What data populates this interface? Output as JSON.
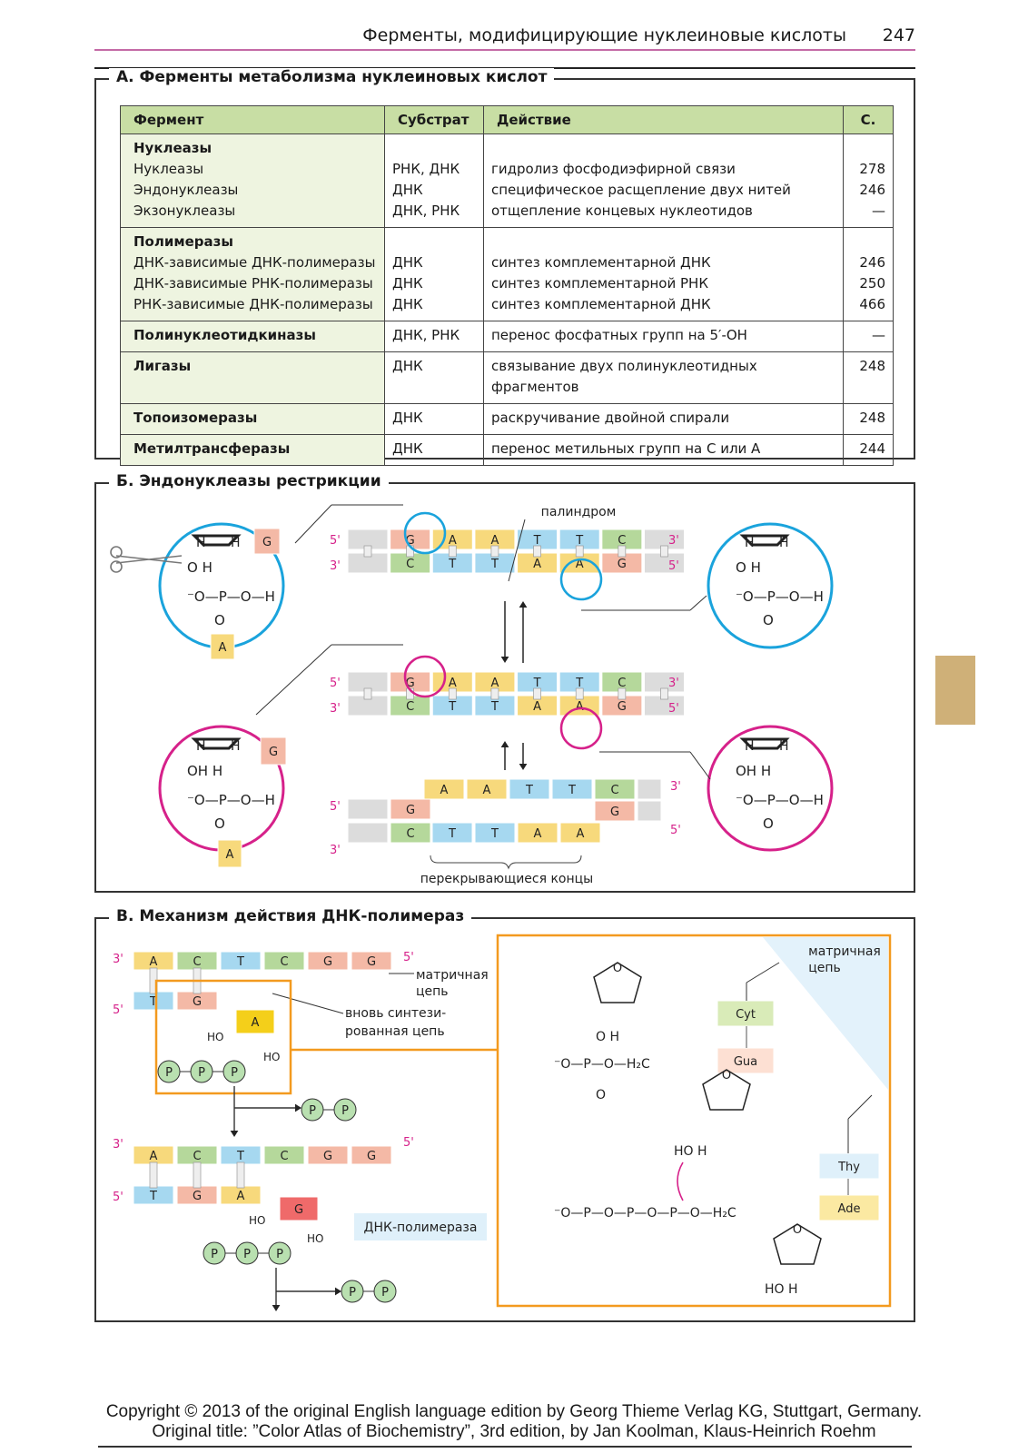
{
  "header": {
    "title": "Ферменты, модифицирующие нуклеиновые кислоты",
    "page": "247"
  },
  "panelA": {
    "title": "А. Ферменты метаболизма нуклеиновых кислот",
    "columns": [
      "Фермент",
      "Субстрат",
      "Действие",
      "С."
    ],
    "groups": [
      {
        "name": "Нуклеазы",
        "rows": [
          [
            "Нуклеазы",
            "РНК, ДНК",
            "гидролиз фосфодиэфирной связи",
            "278"
          ],
          [
            "Эндонуклеазы",
            "ДНК",
            "специфическое расщепление двух нитей",
            "246"
          ],
          [
            "Экзонуклеазы",
            "ДНК, РНК",
            "отщепление концевых нуклеотидов",
            "—"
          ]
        ]
      },
      {
        "name": "Полимеразы",
        "rows": [
          [
            "ДНК-зависимые ДНК-полимеразы",
            "ДНК",
            "синтез комплементарной ДНК",
            "246"
          ],
          [
            "ДНК-зависимые РНК-полимеразы",
            "ДНК",
            "синтез комплементарной РНК",
            "250"
          ],
          [
            "РНК-зависимые ДНК-полимеразы",
            "ДНК",
            "синтез комплементарной ДНК",
            "466"
          ]
        ]
      },
      {
        "name": "Полинуклеотидкиназы",
        "substrate": "ДНК, РНК",
        "action": "перенос фосфатных групп на 5′-ОН",
        "page": "—"
      },
      {
        "name": "Лигазы",
        "substrate": "ДНК",
        "action": "связывание двух полинуклеотидных фрагментов",
        "page": "248"
      },
      {
        "name": "Топоизомеразы",
        "substrate": "ДНК",
        "action": "раскручивание двойной спирали",
        "page": "248"
      },
      {
        "name": "Метилтрансферазы",
        "substrate": "ДНК",
        "action": "перенос метильных групп на С или А",
        "page": "244"
      }
    ]
  },
  "panelB": {
    "title": "Б. Эндонуклеазы рестрикции",
    "palindrome": "палиндром",
    "overhang": "перекрывающиеся концы",
    "top_strand": [
      "G",
      "A",
      "A",
      "T",
      "T",
      "C"
    ],
    "bottom_strand": [
      "C",
      "T",
      "T",
      "A",
      "A",
      "G"
    ],
    "end5": "5'",
    "end3": "3'"
  },
  "panelC": {
    "title": "В. Механизм действия ДНК-полимераз",
    "template_label_1": "матричная",
    "template_label_2": "цепь",
    "new_label_1": "вновь синтези-",
    "new_label_2": "рованная цепь",
    "polymerase": "ДНК-полимераза",
    "zoom_template_1": "матричная",
    "zoom_template_2": "цепь",
    "bases": {
      "cyt": "Cyt",
      "gua": "Gua",
      "thy": "Thy",
      "ade": "Ade"
    },
    "template_strand": [
      "A",
      "C",
      "T",
      "C",
      "G",
      "G"
    ],
    "new_strand_1": [
      "T",
      "G"
    ],
    "new_strand_2": [
      "T",
      "G",
      "A"
    ],
    "incoming_1": "A",
    "incoming_2": "G",
    "ho": "HO",
    "p": "P"
  },
  "footer": {
    "line1": "Copyright © 2013 of the original English language edition by Georg Thieme Verlag KG, Stuttgart, Germany.",
    "line2": "Original title: ”Color Atlas of Biochemistry”, 3rd edition, by Jan Koolman, Klaus-Heinrich Roehm"
  },
  "colors": {
    "A": "#f7d97c",
    "T": "#a6d8f0",
    "G": "#f4b9a6",
    "C": "#b5d89b",
    "blue": "#1aa3dc",
    "magenta": "#d6218a",
    "orange": "#f39a1f"
  }
}
